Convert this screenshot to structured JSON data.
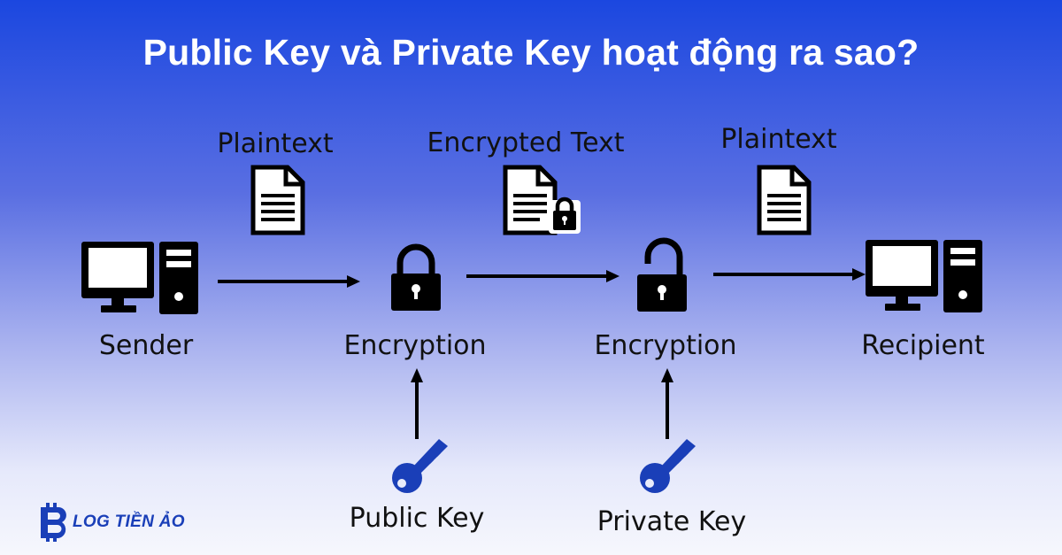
{
  "title": "Public Key và Private Key hoạt động ra sao?",
  "nodes": {
    "sender": "Sender",
    "encryption_1": "Encryption",
    "encryption_2": "Encryption",
    "recipient": "Recipient"
  },
  "documents": {
    "plaintext_1": "Plaintext",
    "encrypted_text": "Encrypted Text",
    "plaintext_2": "Plaintext"
  },
  "keys": {
    "public_key": "Public Key",
    "private_key": "Private Key"
  },
  "logo": {
    "text": "LOG TIỀN ẢO"
  },
  "colors": {
    "title": "#ffffff",
    "key": "#1a3fb8",
    "icon": "#000000"
  }
}
